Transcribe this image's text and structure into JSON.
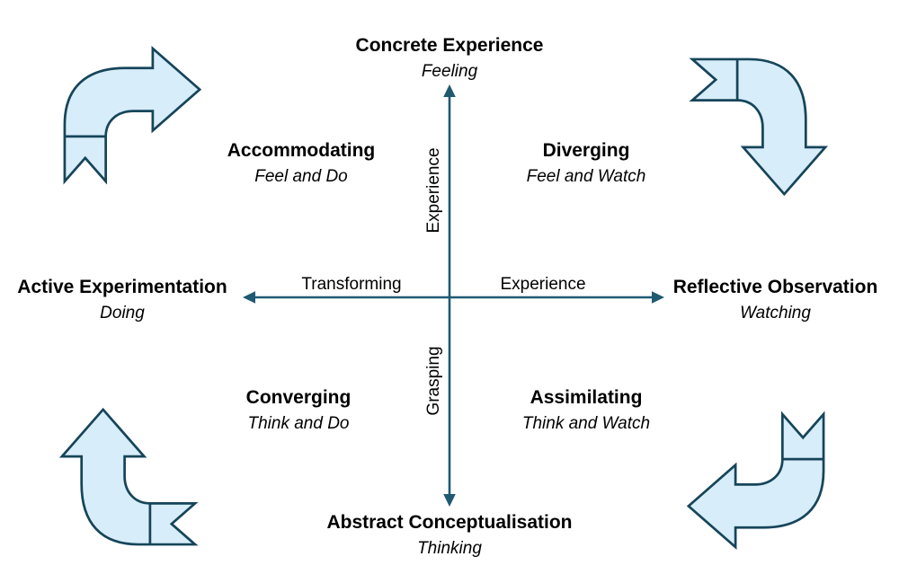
{
  "diagram": {
    "poles": {
      "top": {
        "title": "Concrete Experience",
        "subtitle": "Feeling"
      },
      "right": {
        "title": "Reflective Observation",
        "subtitle": "Watching"
      },
      "bottom": {
        "title": "Abstract Conceptualisation",
        "subtitle": "Thinking"
      },
      "left": {
        "title": "Active Experimentation",
        "subtitle": "Doing"
      }
    },
    "quadrants": {
      "top_left": {
        "title": "Accommodating",
        "subtitle": "Feel and Do"
      },
      "top_right": {
        "title": "Diverging",
        "subtitle": "Feel and Watch"
      },
      "bottom_left": {
        "title": "Converging",
        "subtitle": "Think and Do"
      },
      "bottom_right": {
        "title": "Assimilating",
        "subtitle": "Think and Watch"
      }
    },
    "axis_labels": {
      "vertical_top": "Experience",
      "vertical_bottom": "Grasping",
      "horizontal_left": "Transforming",
      "horizontal_right": "Experience"
    },
    "corner_arrows": [
      {
        "position": "top-left",
        "icon": "bent-ribbon-arrow-right-icon"
      },
      {
        "position": "top-right",
        "icon": "bent-ribbon-arrow-down-icon"
      },
      {
        "position": "bottom-right",
        "icon": "bent-ribbon-arrow-left-icon"
      },
      {
        "position": "bottom-left",
        "icon": "bent-ribbon-arrow-up-icon"
      }
    ],
    "colors": {
      "axis": "#1f5972",
      "arrow_fill": "#d7edf9",
      "arrow_stroke": "#16455a",
      "text": "#000000"
    }
  }
}
